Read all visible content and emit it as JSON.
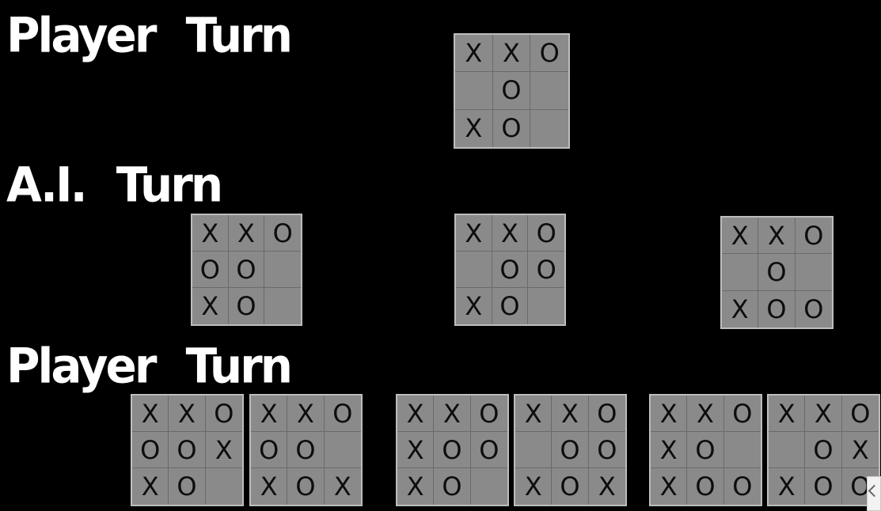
{
  "labels": {
    "level1": "Player Turn",
    "level2": "A.I. Turn",
    "level3": "Player Turn"
  },
  "boards": {
    "root": [
      "X",
      "X",
      "O",
      "",
      "O",
      "",
      "X",
      "O",
      ""
    ],
    "ai_1": [
      "X",
      "X",
      "O",
      "O",
      "O",
      "",
      "X",
      "O",
      ""
    ],
    "ai_2": [
      "X",
      "X",
      "O",
      "",
      "O",
      "O",
      "X",
      "O",
      ""
    ],
    "ai_3": [
      "X",
      "X",
      "O",
      "",
      "O",
      "",
      "X",
      "O",
      "O"
    ],
    "p_1": [
      "X",
      "X",
      "O",
      "O",
      "O",
      "X",
      "X",
      "O",
      ""
    ],
    "p_2": [
      "X",
      "X",
      "O",
      "O",
      "O",
      "",
      "X",
      "O",
      "X"
    ],
    "p_3": [
      "X",
      "X",
      "O",
      "X",
      "O",
      "O",
      "X",
      "O",
      ""
    ],
    "p_4": [
      "X",
      "X",
      "O",
      "",
      "O",
      "O",
      "X",
      "O",
      "X"
    ],
    "p_5": [
      "X",
      "X",
      "O",
      "X",
      "O",
      "",
      "X",
      "O",
      "O"
    ],
    "p_6": [
      "X",
      "X",
      "O",
      "",
      "O",
      "X",
      "X",
      "O",
      "O"
    ]
  }
}
